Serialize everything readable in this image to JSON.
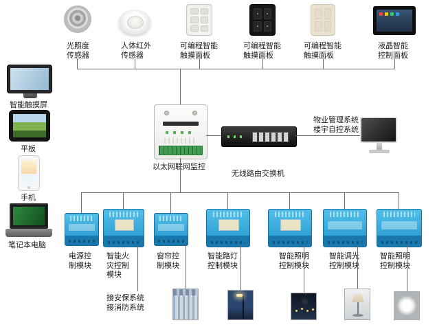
{
  "top_devices": [
    {
      "name": "light-sensor",
      "label": "光照度\n传感器"
    },
    {
      "name": "pir-sensor",
      "label": "人体红外\n传感器"
    },
    {
      "name": "touch-panel-white",
      "label": "可编程智能\n触摸面板"
    },
    {
      "name": "touch-panel-black",
      "label": "可编程智能\n触摸面板"
    },
    {
      "name": "touch-panel-beige",
      "label": "可编程智能\n触摸面板"
    },
    {
      "name": "lcd-panel",
      "label": "液晶智能\n控制面板"
    }
  ],
  "left_devices": [
    {
      "name": "smart-touchscreen",
      "label": "智能触摸屏"
    },
    {
      "name": "tablet",
      "label": "平板"
    },
    {
      "name": "phone",
      "label": "手机"
    },
    {
      "name": "laptop",
      "label": "笔记本电脑"
    }
  ],
  "center": {
    "gateway_label": "以太网联网监控",
    "router_label": "无线路由交换机",
    "management_label": "物业管理系统\n楼宇自控系统"
  },
  "bottom_modules": [
    {
      "label": "电源控\n制模块",
      "sub": ""
    },
    {
      "label": "智能火\n灾控制\n模块",
      "sub": "接安保系统\n接消防系统"
    },
    {
      "label": "窗帘控\n制模块",
      "sub": ""
    },
    {
      "label": "智能路灯\n控制模块",
      "sub": ""
    },
    {
      "label": "智能照明\n控制模块",
      "sub": ""
    },
    {
      "label": "智能调光\n控制模块",
      "sub": ""
    },
    {
      "label": "智能照明\n控制模块",
      "sub": ""
    }
  ],
  "colors": {
    "module_blue": "#2d9fd4",
    "terminal_green": "#3f9e4f",
    "connector_line": "#6a6a6a"
  }
}
